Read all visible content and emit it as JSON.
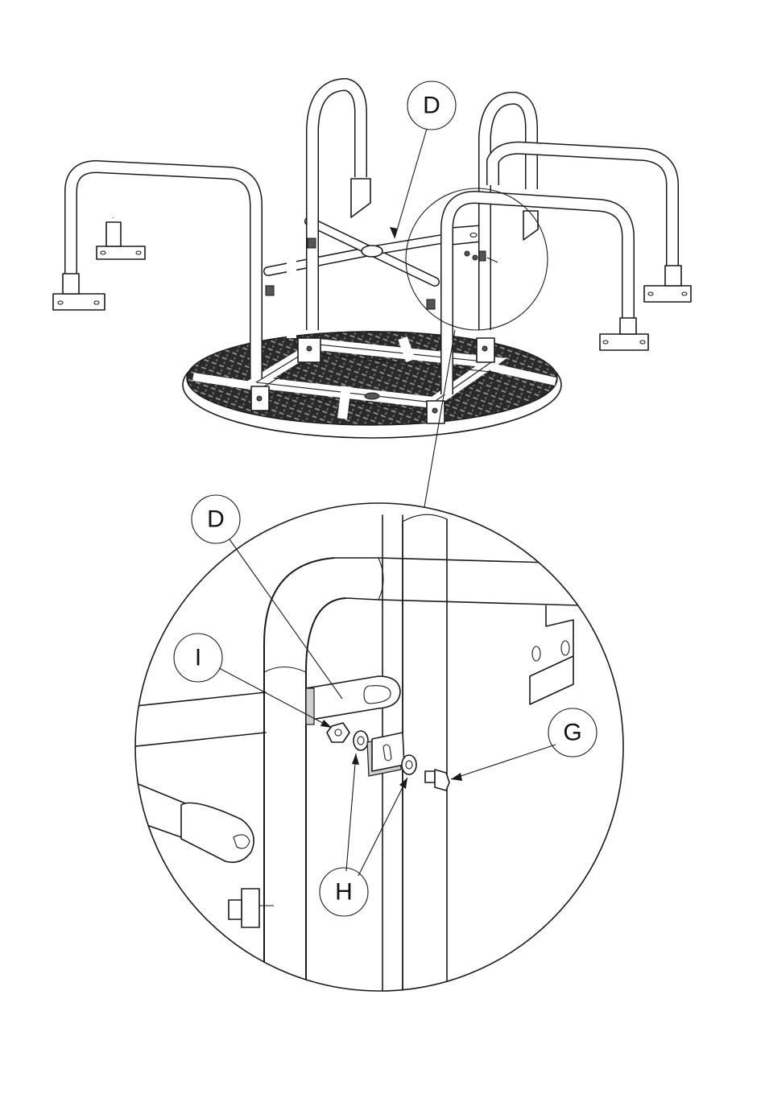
{
  "callouts": {
    "d_top": "D",
    "d_detail": "D",
    "i": "I",
    "g": "G",
    "h": "H"
  },
  "colors": {
    "line": "#1a1a1a",
    "fill": "#ffffff",
    "shade": "#cfcfcf",
    "deck": "#2a2a2a"
  }
}
